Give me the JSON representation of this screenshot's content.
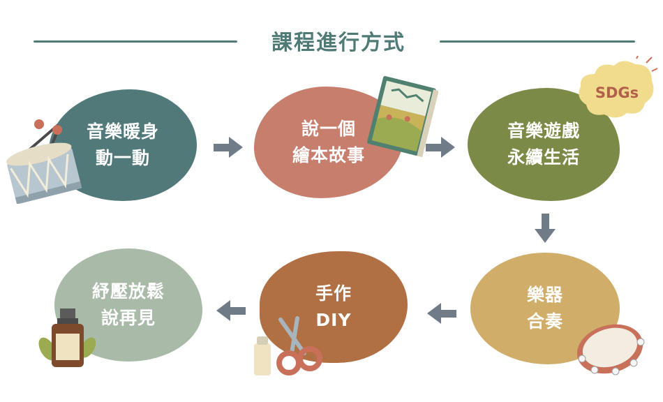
{
  "header": {
    "title": "課程進行方式"
  },
  "steps": [
    {
      "label": "音樂暖身\n動一動",
      "color": "#51797a",
      "icon": "drum-icon"
    },
    {
      "label": "說一個\n繪本故事",
      "color": "#c87e6c",
      "icon": "picture-book-icon"
    },
    {
      "label": "音樂遊戲\n永續生活",
      "color": "#7c8a47",
      "icon": "sdgs-speech-bubble-icon"
    },
    {
      "label": "樂器\n合奏",
      "color": "#d0ad68",
      "icon": "tambourine-icon"
    },
    {
      "label": "手作\nDIY",
      "color": "#b16f44",
      "icon": "scissors-and-glue-icon"
    },
    {
      "label": "紓壓放鬆\n說再見",
      "color": "#a9bba8",
      "icon": "essential-oil-bottle-icon"
    }
  ],
  "sdgs_badge": "SDGs",
  "colors": {
    "title": "#4f7a76",
    "arrow": "#707b88"
  }
}
